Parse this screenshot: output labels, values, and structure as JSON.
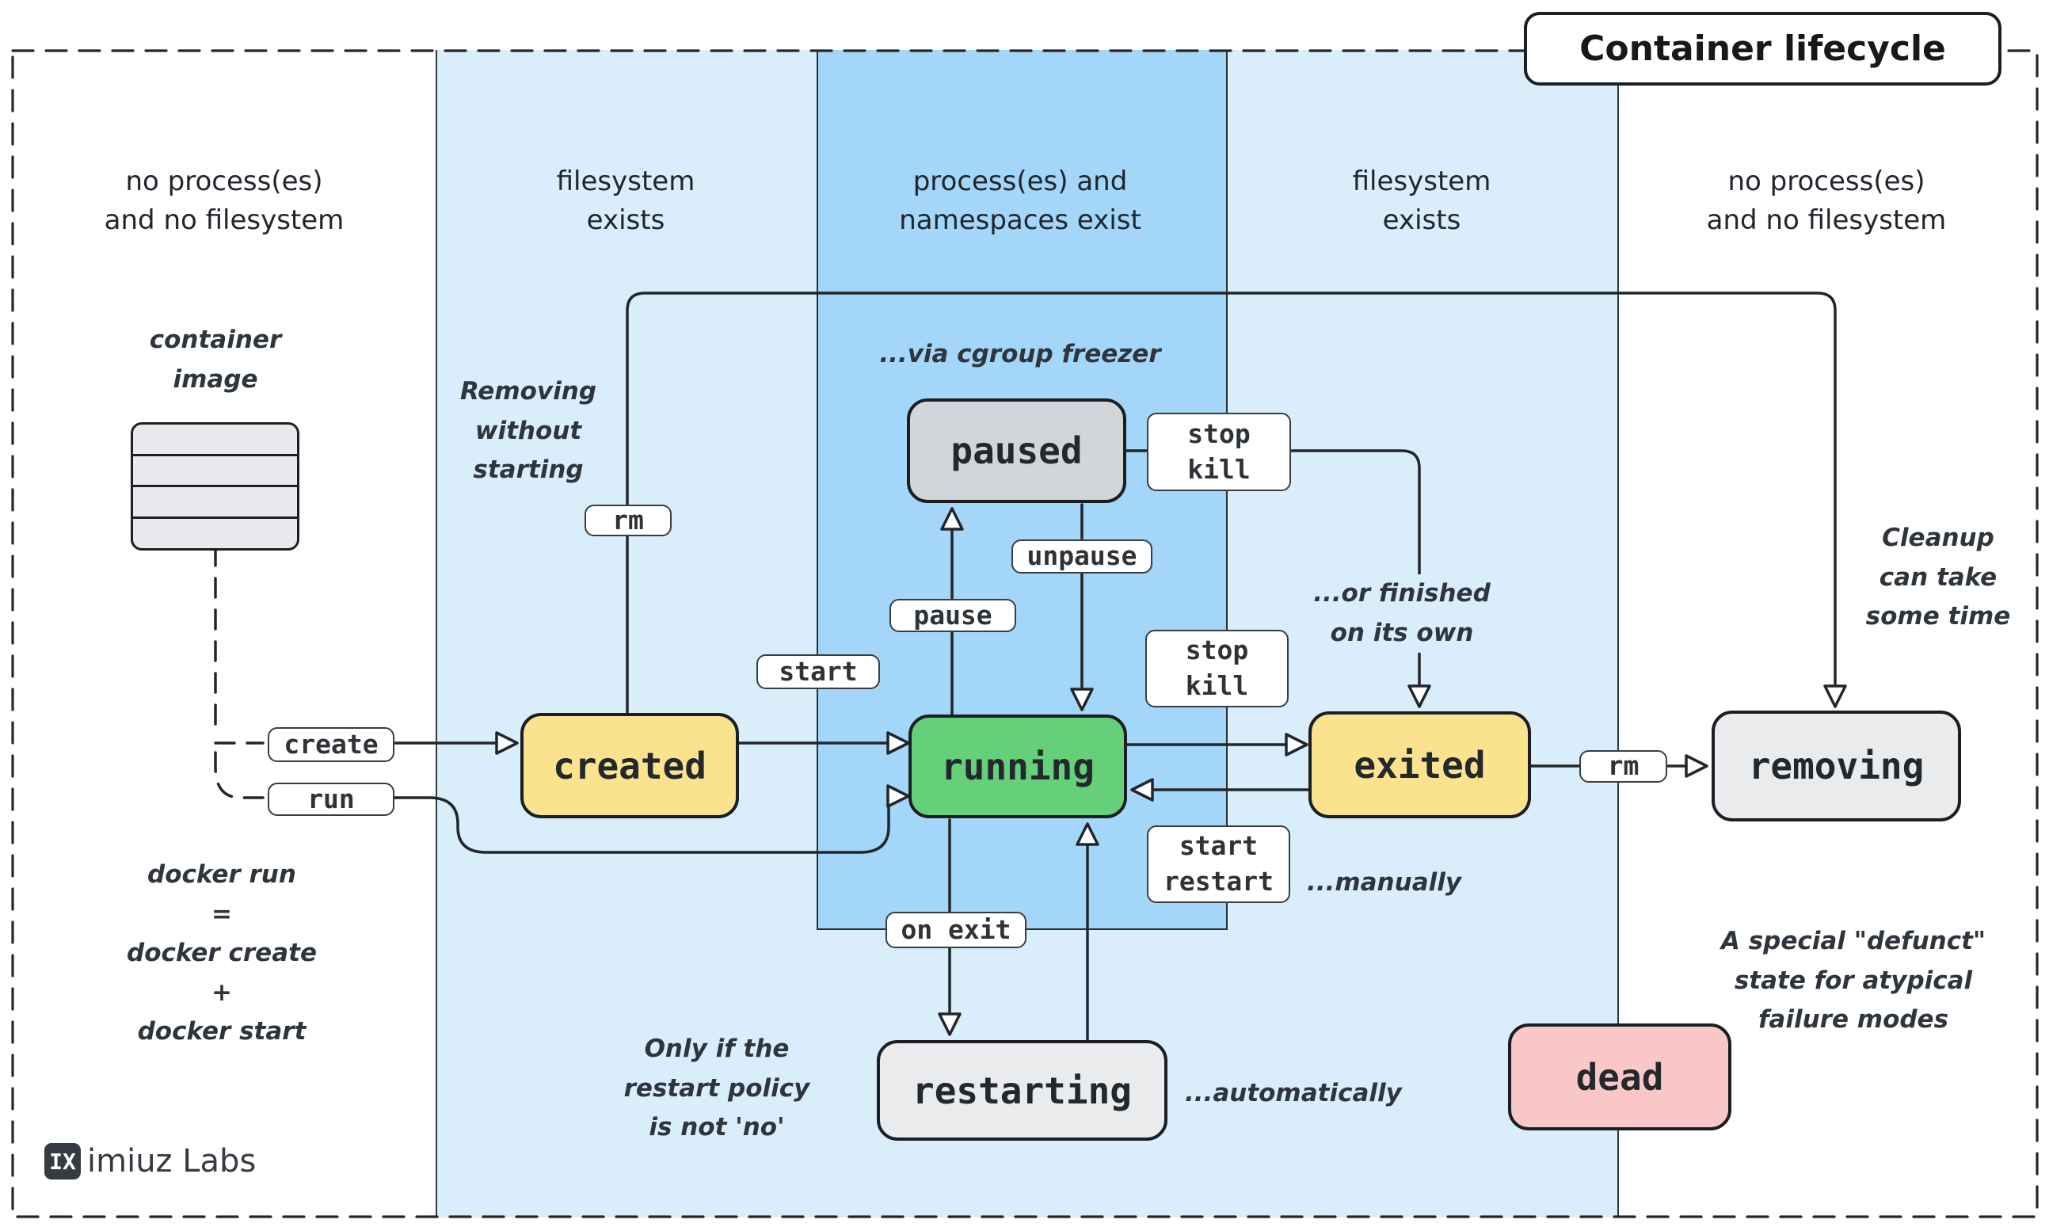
{
  "title": "Container lifecycle",
  "brand": {
    "icon": "IX",
    "name": "imiuz Labs"
  },
  "columns": [
    {
      "label": "no process(es)\nand no filesystem"
    },
    {
      "label": "filesystem\nexists"
    },
    {
      "label": "process(es) and\nnamespaces exist"
    },
    {
      "label": "filesystem\nexists"
    },
    {
      "label": "no process(es)\nand no filesystem"
    }
  ],
  "states": {
    "created": {
      "label": "created",
      "color": "#fae28e"
    },
    "running": {
      "label": "running",
      "color": "#66cf7a"
    },
    "paused": {
      "label": "paused",
      "color": "#d3d6d9"
    },
    "exited": {
      "label": "exited",
      "color": "#fae28e"
    },
    "removing": {
      "label": "removing",
      "color": "#e9ebed"
    },
    "restarting": {
      "label": "restarting",
      "color": "#e9ebed"
    },
    "dead": {
      "label": "dead",
      "color": "#f9c7c7"
    }
  },
  "commands": {
    "create": "create",
    "run": "run",
    "rm_created": "rm",
    "start": "start",
    "pause": "pause",
    "unpause": "unpause",
    "stop_kill_paused": "stop\nkill",
    "stop_kill_running": "stop\nkill",
    "start_restart": "start\nrestart",
    "on_exit": "on exit",
    "rm_exited": "rm"
  },
  "annotations": {
    "container_image": "container\nimage",
    "docker_run_equation": "docker run\n=\ndocker create\n+\ndocker start",
    "removing_without_starting": "Removing\nwithout\nstarting",
    "via_cgroup_freezer": "...via cgroup freezer",
    "or_finished": "...or finished\non its own",
    "manually": "...manually",
    "automatically": "...automatically",
    "only_if_restart_policy": "Only if the\nrestart policy\nis not 'no'",
    "cleanup": "Cleanup\ncan take\nsome time",
    "defunct": "A special \"defunct\"\nstate for atypical\nfailure modes"
  },
  "colors": {
    "band_light": "#daedfb",
    "band_dark": "#a3d6f8",
    "state_yellow": "#fae28e",
    "state_green": "#66cf7a",
    "state_gray": "#d3d6d9",
    "state_light_gray": "#e9ebed",
    "state_pink": "#f9c7c7",
    "line": "#22262b"
  }
}
